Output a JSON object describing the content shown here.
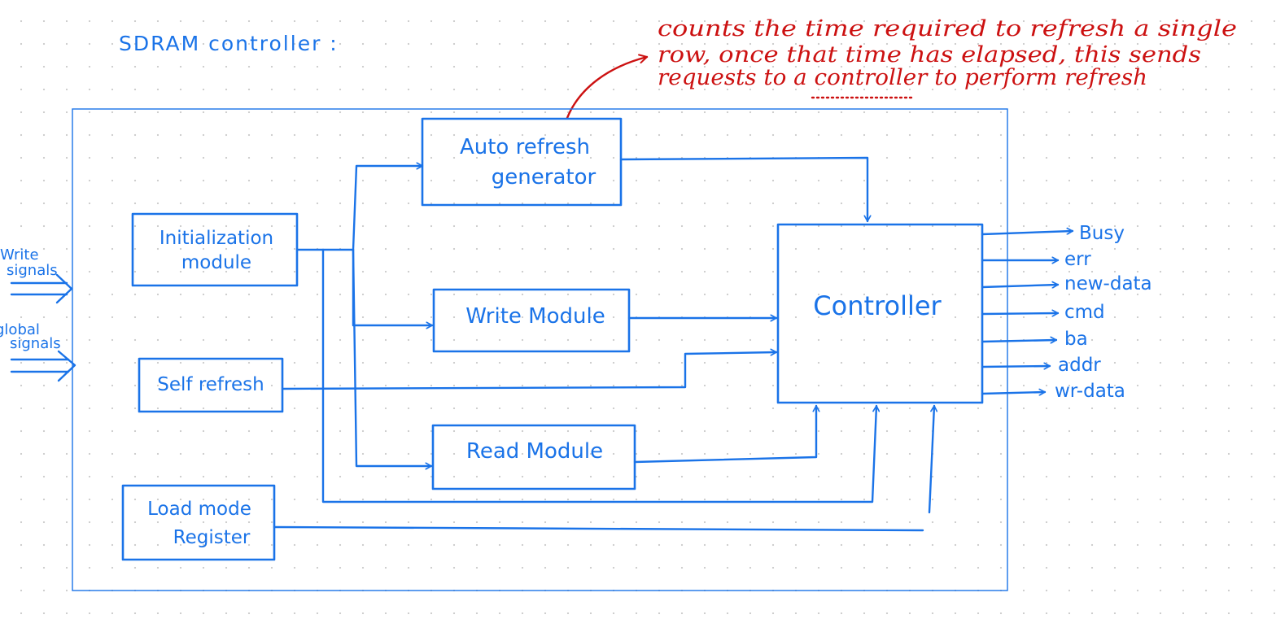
{
  "title": "SDRAM controller :",
  "annotation": {
    "lines": [
      "counts the time required to refresh a single",
      "row, once that time has elapsed, this sends",
      "requests to a controller to perform refresh"
    ],
    "color": "#cc1111"
  },
  "inputs": {
    "write_signals": [
      "Write",
      "signals"
    ],
    "global_signals": [
      "global",
      "signals"
    ]
  },
  "modules": {
    "initialization": [
      "Initialization",
      "module"
    ],
    "self_refresh": "Self refresh",
    "load_mode": [
      "Load mode",
      "Register"
    ],
    "auto_refresh": [
      "Auto refresh",
      "generator"
    ],
    "write": "Write Module",
    "read": "Read Module",
    "controller": "Controller"
  },
  "outputs": [
    "Busy",
    "err",
    "new-data",
    "cmd",
    "ba",
    "addr",
    "wr-data"
  ],
  "colors": {
    "ink": "#1a73e8",
    "annotation": "#cc1111",
    "frame": "#3b8ee8"
  }
}
